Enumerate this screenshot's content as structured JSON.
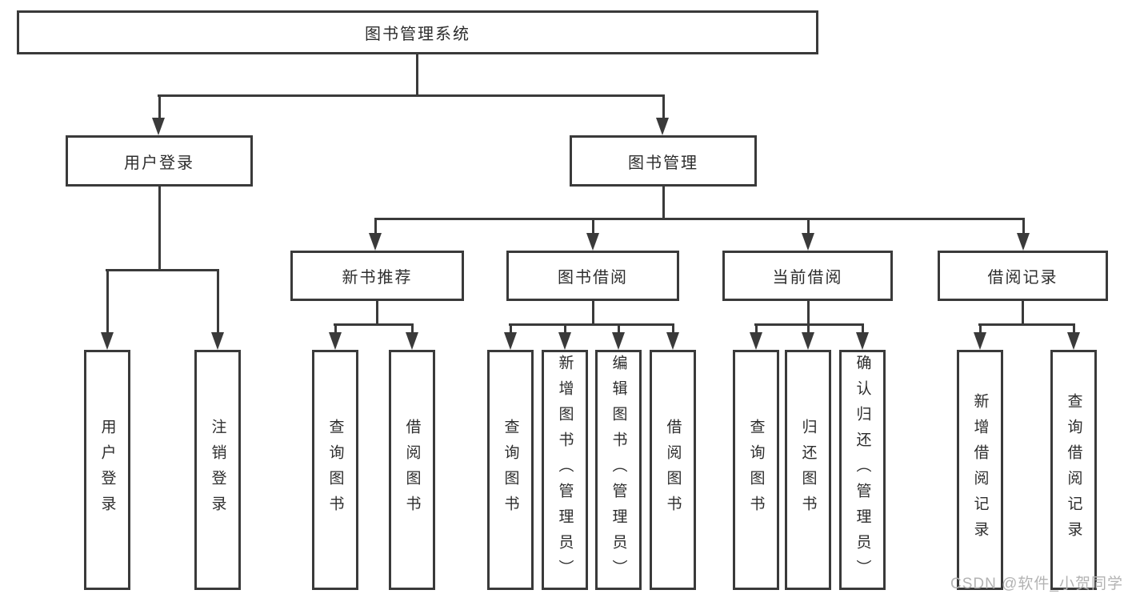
{
  "colors": {
    "line": "#3a3a3a",
    "text": "#2d2d2d",
    "box_bg": "#ffffff",
    "canvas_bg": "#ffffff",
    "watermark": "#b3b3b3"
  },
  "diagram": {
    "root": {
      "label": "图书管理系统"
    },
    "branches": [
      {
        "label": "用户登录",
        "children": [
          {
            "label": "用户登录"
          },
          {
            "label": "注销登录"
          }
        ]
      },
      {
        "label": "图书管理",
        "children": [
          {
            "label": "新书推荐",
            "children": [
              {
                "label": "查询图书"
              },
              {
                "label": "借阅图书"
              }
            ]
          },
          {
            "label": "图书借阅",
            "children": [
              {
                "label": "查询图书"
              },
              {
                "label": "新增图书（管理员）"
              },
              {
                "label": "编辑图书（管理员）"
              },
              {
                "label": "借阅图书"
              }
            ]
          },
          {
            "label": "当前借阅",
            "children": [
              {
                "label": "查询图书"
              },
              {
                "label": "归还图书"
              },
              {
                "label": "确认归还（管理员）"
              }
            ]
          },
          {
            "label": "借阅记录",
            "children": [
              {
                "label": "新增借阅记录"
              },
              {
                "label": "查询借阅记录"
              }
            ]
          }
        ]
      }
    ]
  },
  "watermark": {
    "text": "CSDN @软件_小贺同学"
  }
}
